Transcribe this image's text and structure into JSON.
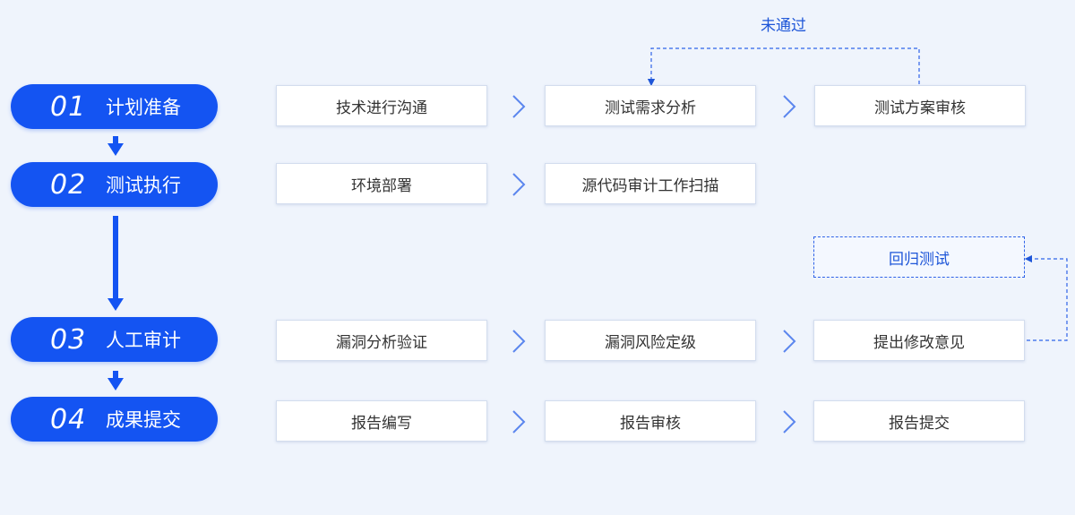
{
  "colors": {
    "accent": "#1454f2",
    "background": "#eff4fc",
    "text": "#333333",
    "dashed": "#2f63e8"
  },
  "phases": [
    {
      "num": "01",
      "name": "计划准备",
      "steps": [
        "技术进行沟通",
        "测试需求分析",
        "测试方案审核"
      ]
    },
    {
      "num": "02",
      "name": "测试执行",
      "steps": [
        "环境部署",
        "源代码审计工作扫描"
      ]
    },
    {
      "num": "03",
      "name": "人工审计",
      "steps": [
        "漏洞分析验证",
        "漏洞风险定级",
        "提出修改意见"
      ]
    },
    {
      "num": "04",
      "name": "成果提交",
      "steps": [
        "报告编写",
        "报告审核",
        "报告提交"
      ]
    }
  ],
  "loop_label": "未通过",
  "regression": "回归测试",
  "icons": {
    "step_arrow": "chevron-right-icon",
    "phase_arrow": "arrow-down-icon"
  }
}
